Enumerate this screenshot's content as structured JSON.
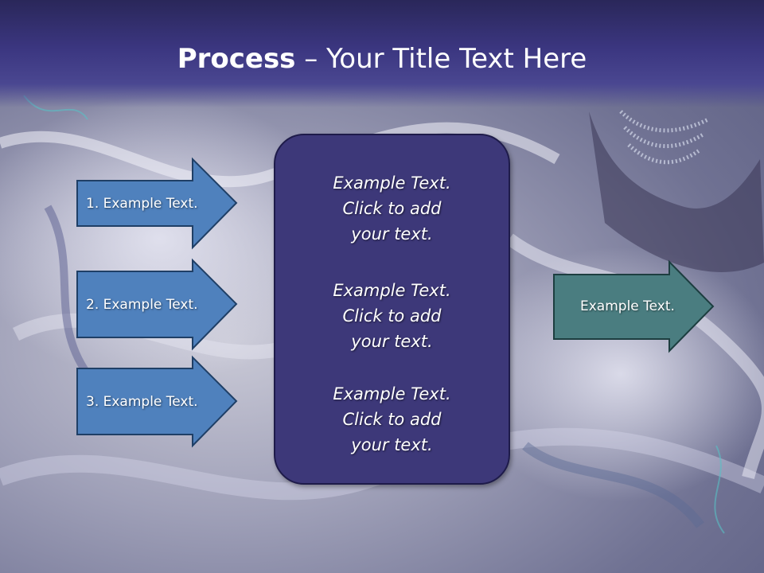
{
  "slide": {
    "title_bold": "Process",
    "title_rest": " – Your Title Text Here"
  },
  "left_arrows": [
    {
      "label": "1. Example Text."
    },
    {
      "label": "2. Example Text."
    },
    {
      "label": "3. Example Text."
    }
  ],
  "center_box": {
    "items": [
      {
        "lines": [
          "Example Text.",
          "Click  to add",
          "your text."
        ]
      },
      {
        "lines": [
          "Example Text.",
          "Click  to add",
          "your text."
        ]
      },
      {
        "lines": [
          "Example Text.",
          "Click  to add",
          "your text."
        ]
      }
    ]
  },
  "right_arrow": {
    "label": "Example Text."
  },
  "colors": {
    "title_bar": "#3b3680",
    "left_arrow_fill": "#4f81bd",
    "center_box_fill": "#3d3879",
    "right_arrow_fill": "#4a7d80"
  }
}
